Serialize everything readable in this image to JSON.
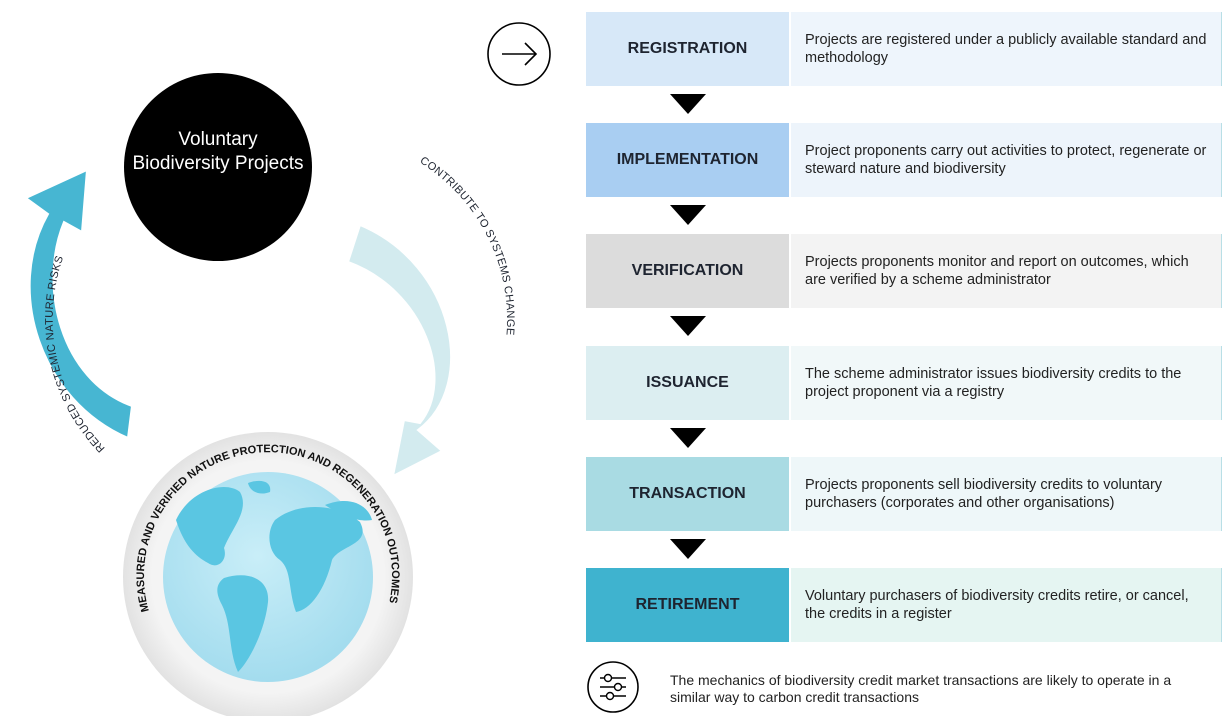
{
  "cycle": {
    "center_title": "Voluntary Biodiversity Projects",
    "right_arrow_label": "CONTRIBUTE TO SYSTEMS CHANGE",
    "left_arrow_label": "REDUCED SYSTEMIC NATURE RISKS",
    "globe_label": "MEASURED AND VERIFIED NATURE PROTECTION AND REGENERATION OUTCOMES"
  },
  "steps": [
    {
      "label": "REGISTRATION",
      "description": "Projects are registered under a publicly available standard and methodology",
      "label_color": "#d7e8f8",
      "desc_color": "#eef5fc"
    },
    {
      "label": "IMPLEMENTATION",
      "description": "Project proponents carry out activities to protect, regenerate or steward nature and biodiversity",
      "label_color": "#a9cef2",
      "desc_color": "#edf4fb"
    },
    {
      "label": "VERIFICATION",
      "description": "Projects proponents monitor and report on outcomes, which are verified by a scheme administrator",
      "label_color": "#dcdcdc",
      "desc_color": "#f3f3f3"
    },
    {
      "label": "ISSUANCE",
      "description": "The scheme administrator issues biodiversity credits to the project proponent via a registry",
      "label_color": "#dceef1",
      "desc_color": "#f1f8f9"
    },
    {
      "label": "TRANSACTION",
      "description": "Projects proponents sell biodiversity credits to voluntary purchasers (corporates and other organisations)",
      "label_color": "#a9dbe3",
      "desc_color": "#eef7f9"
    },
    {
      "label": "RETIREMENT",
      "description": "Voluntary purchasers of biodiversity credits retire, or cancel, the credits in a register",
      "label_color": "#3fb3cf",
      "desc_color": "#e5f5f2"
    }
  ],
  "footnote": "The mechanics of biodiversity credit market transactions are likely to operate in a similar way to carbon credit transactions",
  "icons": {
    "header": "arrow-right-circle-icon",
    "footnote": "sliders-icon"
  },
  "colors": {
    "center_circle": "#000000",
    "left_arrow": "#47b6d2",
    "right_arrow": "#d3ebef",
    "globe_ocean": "#b8e6f3",
    "globe_land": "#5ac6e2",
    "globe_ring": "#ececec"
  }
}
